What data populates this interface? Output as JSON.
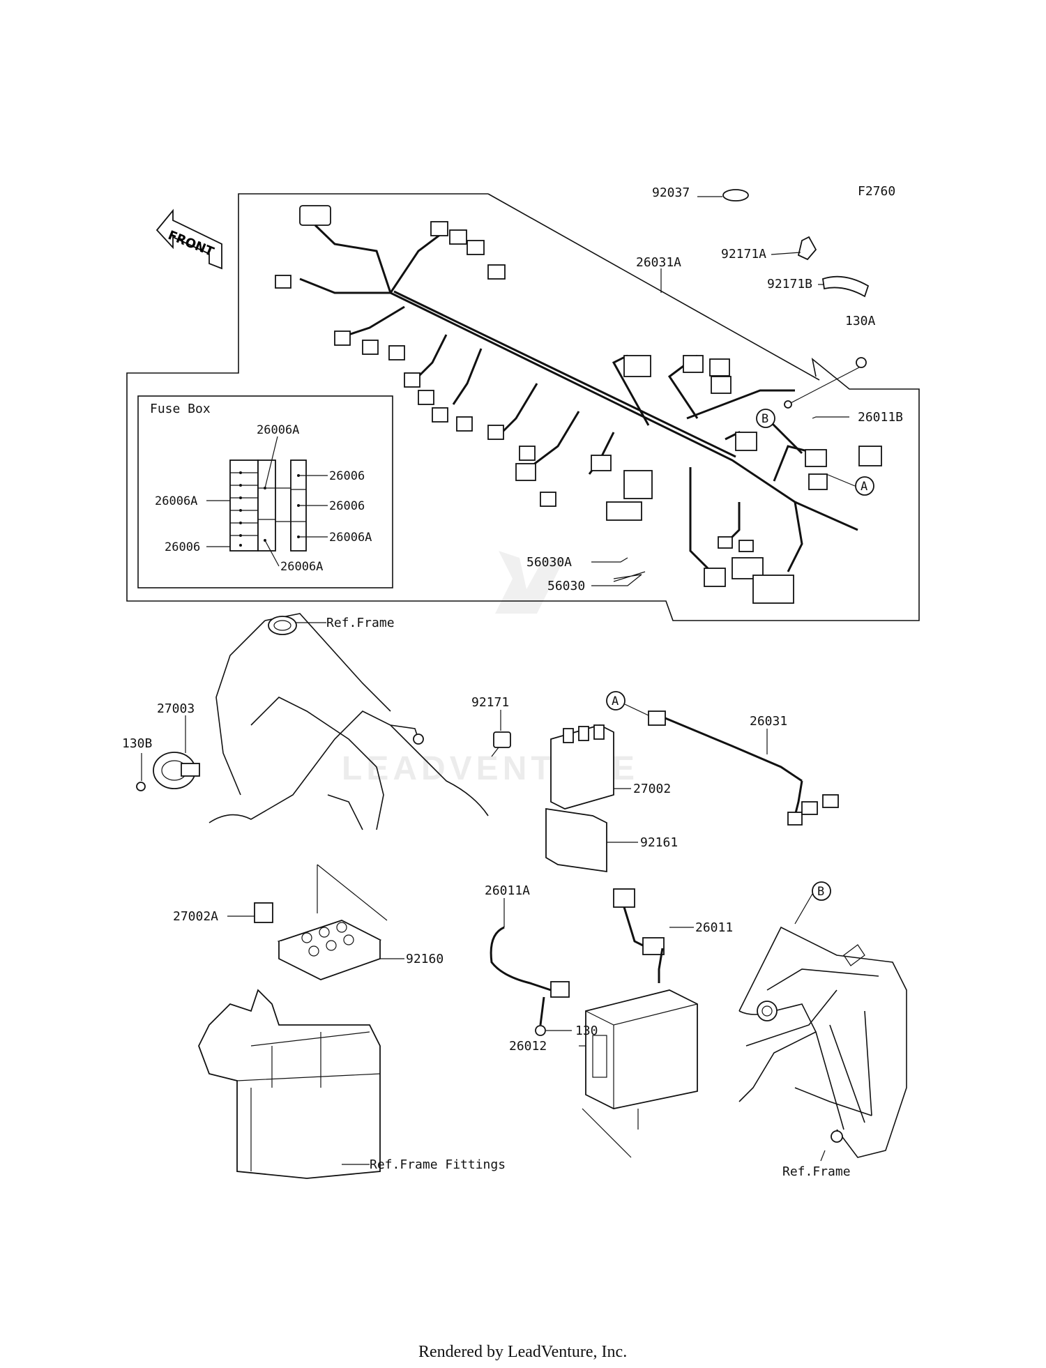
{
  "figure_code": "F2760",
  "front_label": "FRONT",
  "fuse_box_title": "Fuse Box",
  "watermark": "LEADVENTURE",
  "footer": "Rendered by LeadVenture, Inc.",
  "callouts": {
    "p92037": "92037",
    "p26031A": "26031A",
    "p92171A": "92171A",
    "p92171B": "92171B",
    "p130A": "130A",
    "p26011B": "26011B",
    "p26006A_top": "26006A",
    "p26006A_left": "26006A",
    "p26006_left": "26006",
    "p26006_r1": "26006",
    "p26006_r2": "26006",
    "p26006A_r3": "26006A",
    "p26006A_bottom": "26006A",
    "p56030A": "56030A",
    "p56030": "56030",
    "ref_frame_1": "Ref.Frame",
    "p27003": "27003",
    "p130B": "130B",
    "p92171": "92171",
    "p27002": "27002",
    "p92161": "92161",
    "p26031": "26031",
    "p27002A": "27002A",
    "p92160": "92160",
    "p26011A": "26011A",
    "p130": "130",
    "p26011": "26011",
    "p26012": "26012",
    "ref_frame_fittings": "Ref.Frame Fittings",
    "ref_frame_2": "Ref.Frame",
    "circle_A1": "A",
    "circle_A2": "A",
    "circle_B1": "B",
    "circle_B2": "B"
  }
}
